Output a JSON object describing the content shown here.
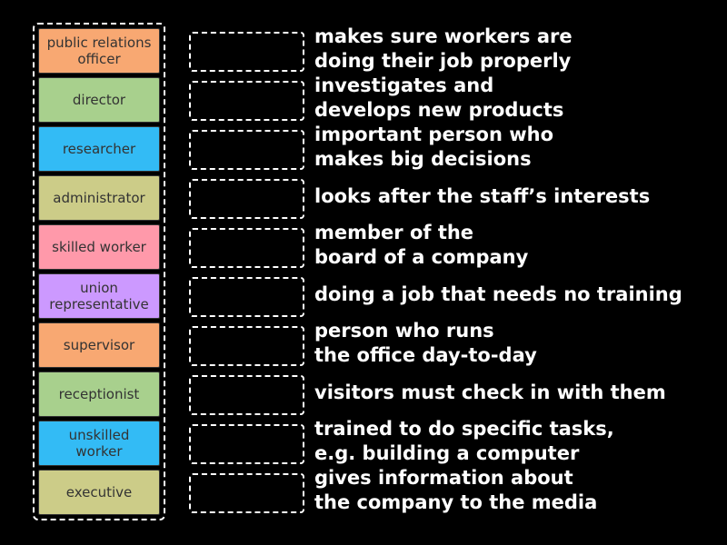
{
  "tiles": [
    {
      "label": "public relations\nofficer",
      "color": "#f8a872"
    },
    {
      "label": "director",
      "color": "#a8d08d"
    },
    {
      "label": "researcher",
      "color": "#33bbf5"
    },
    {
      "label": "administrator",
      "color": "#cccc88"
    },
    {
      "label": "skilled worker",
      "color": "#ff99aa"
    },
    {
      "label": "union\nrepresentative",
      "color": "#cc99ff"
    },
    {
      "label": "supervisor",
      "color": "#f8a872"
    },
    {
      "label": "receptionist",
      "color": "#a8d08d"
    },
    {
      "label": "unskilled\nworker",
      "color": "#33bbf5"
    },
    {
      "label": "executive",
      "color": "#cccc88"
    }
  ],
  "clues": [
    "makes sure workers are\ndoing their job properly",
    "investigates and\ndevelops new products",
    "important person who\nmakes big decisions",
    "looks after the staff’s interests",
    "member of the\nboard of a company",
    "doing a job that needs no training",
    "person who runs\nthe office day-to-day",
    "visitors must check in with them",
    "trained to do specific tasks,\ne.g. building a computer",
    "gives information about\nthe company to the media"
  ],
  "colors": {
    "background": "#000000",
    "tile_text": "#333333",
    "clue_text": "#ffffff",
    "slot_border": "#ffffff"
  }
}
